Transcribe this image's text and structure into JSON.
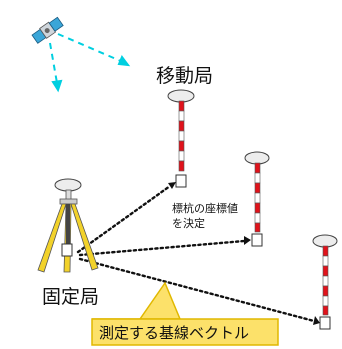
{
  "labels": {
    "rover": "移動局",
    "base": "固定局",
    "stake_note_line1": "標杭の座標値",
    "stake_note_line2": "を決定",
    "banner": "測定する基線ベクトル"
  },
  "icons": {
    "satellite": "satellite-icon",
    "tripod": "tripod-antenna-icon",
    "pole": "survey-pole-icon"
  },
  "colors": {
    "signal": "#00cfe0",
    "callout_fill": "#fce16a",
    "callout_stroke": "#e0b800",
    "pole_red": "#e0121b",
    "tripod_yellow": "#f2d22a",
    "dotted_line": "#111111"
  }
}
